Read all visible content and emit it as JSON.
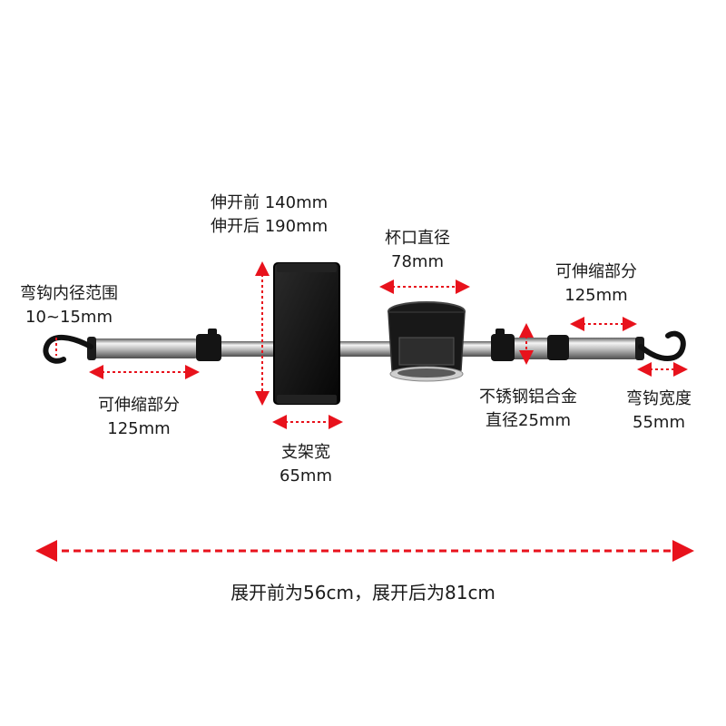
{
  "labels": {
    "hook_inner_diameter": {
      "line1": "弯钩内径范围",
      "line2": "10~15mm"
    },
    "left_extend": {
      "line1": "可伸缩部分",
      "line2": "125mm"
    },
    "holder_length": {
      "line1": "伸开前 140mm",
      "line2": "伸开后 190mm"
    },
    "holder_width": {
      "line1": "支架宽",
      "line2": "65mm"
    },
    "cup_diameter": {
      "line1": "杯口直径",
      "line2": "78mm"
    },
    "right_extend": {
      "line1": "可伸缩部分",
      "line2": "125mm"
    },
    "tube": {
      "line1": "不锈钢铝合金",
      "line2": "直径25mm"
    },
    "hook_width": {
      "line1": "弯钩宽度",
      "line2": "55mm"
    },
    "total_length": "展开前为56cm，展开后为81cm"
  },
  "colors": {
    "dimension_line": "#e8121c",
    "holder": "#0c0c0c",
    "tube_light": "#f2f2f2",
    "tube_dark": "#6e6e6e"
  }
}
